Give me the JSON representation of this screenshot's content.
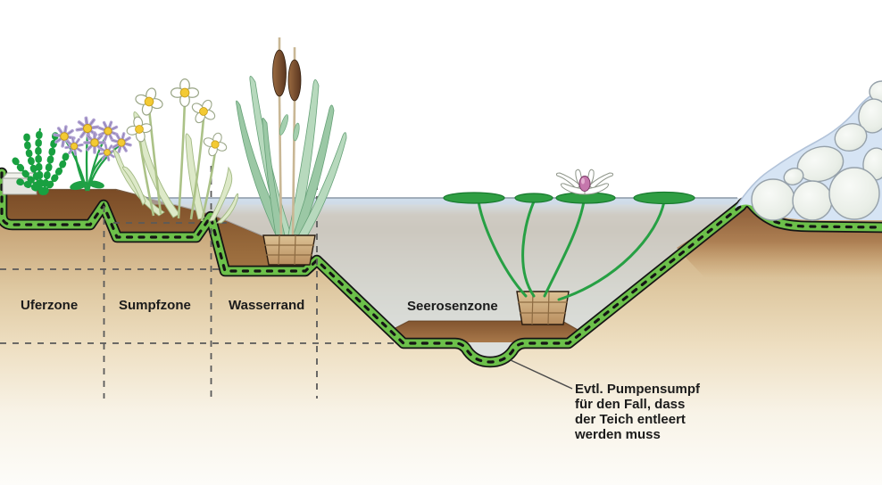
{
  "diagram": {
    "zone_labels": [
      {
        "label": "Uferzone"
      },
      {
        "label": "Sumpfzone"
      },
      {
        "label": "Wasserrand"
      },
      {
        "label": "Seerosenzone"
      }
    ],
    "annotation": {
      "lines": [
        "Evtl. Pumpensumpf",
        "für den Fall, dass",
        "der Teich entleert",
        "werden muss"
      ]
    },
    "colors": {
      "liner_green": "#6cc04a",
      "liner_outline": "#141414",
      "water_blue": "#cfe0f1",
      "waterline_gray": "#8b99a7",
      "topsoil_brown": "#7a4b26",
      "substrate_brown": "#7d502c",
      "subsoil_tan": "#c8a679",
      "stone_fill": "#eef2ed",
      "stone_mound_blue": "#d6e4f4",
      "dash_line_gray": "#5a5a5a",
      "label_text": "#1b1b1b"
    }
  }
}
